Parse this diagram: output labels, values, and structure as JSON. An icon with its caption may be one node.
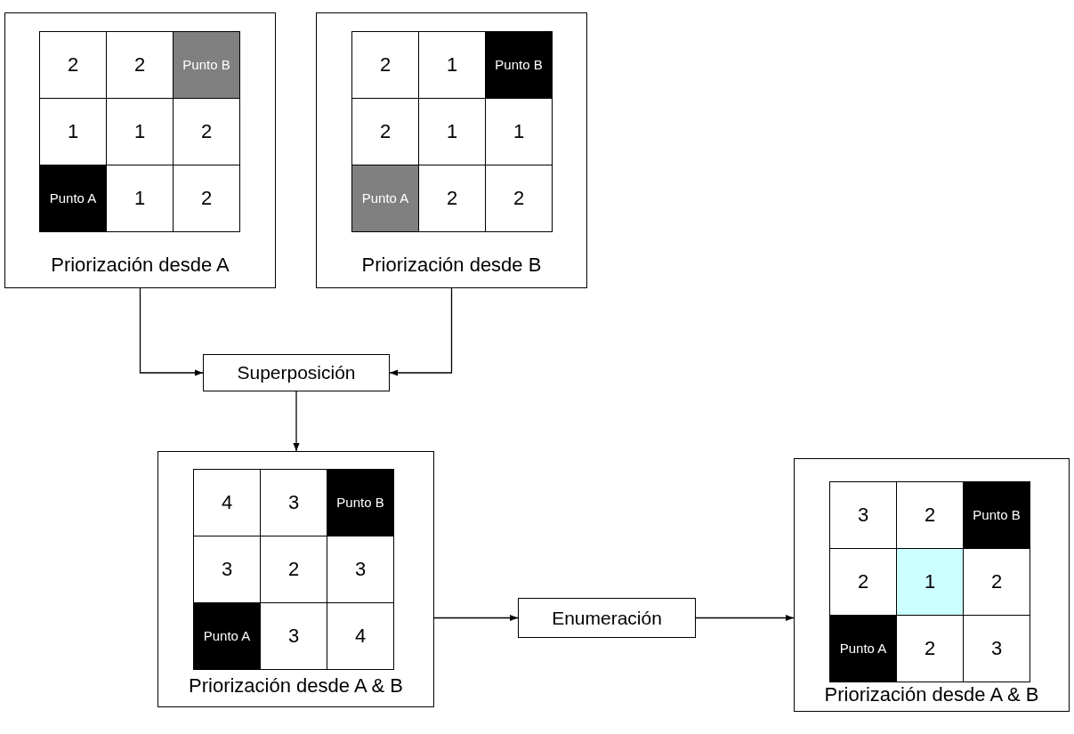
{
  "diagram": {
    "nodes": [
      {
        "text": [
          "Priorización desde A"
        ]
      },
      {
        "text": [
          "2"
        ],
        "in": 0
      },
      {
        "text": [
          "2"
        ],
        "in": 0
      },
      {
        "text": [
          "Punto B"
        ],
        "in": 0
      },
      {
        "text": [
          "1"
        ],
        "in": 0
      },
      {
        "text": [
          "1"
        ],
        "in": 0
      },
      {
        "text": [
          "2"
        ],
        "in": 0
      },
      {
        "text": [
          "Punto A"
        ],
        "in": 0
      },
      {
        "text": [
          "1"
        ],
        "in": 0
      },
      {
        "text": [
          "2"
        ],
        "in": 0
      },
      {
        "text": [
          "Priorización desde B"
        ]
      },
      {
        "text": [
          "2"
        ],
        "in": 10
      },
      {
        "text": [
          "1"
        ],
        "in": 10
      },
      {
        "text": [
          "Punto B"
        ],
        "in": 10
      },
      {
        "text": [
          "2"
        ],
        "in": 10
      },
      {
        "text": [
          "1"
        ],
        "in": 10
      },
      {
        "text": [
          "1"
        ],
        "in": 10
      },
      {
        "text": [
          "Punto A"
        ],
        "in": 10
      },
      {
        "text": [
          "2"
        ],
        "in": 10
      },
      {
        "text": [
          "2"
        ],
        "in": 10
      },
      {
        "text": [
          "Superposición"
        ]
      },
      {
        "text": [
          "Priorización desde A & B"
        ]
      },
      {
        "text": [
          "4"
        ],
        "in": 21
      },
      {
        "text": [
          "3"
        ],
        "in": 21
      },
      {
        "text": [
          "Punto B"
        ],
        "in": 21
      },
      {
        "text": [
          "3"
        ],
        "in": 21
      },
      {
        "text": [
          "2"
        ],
        "in": 21
      },
      {
        "text": [
          "3"
        ],
        "in": 21
      },
      {
        "text": [
          "Punto A"
        ],
        "in": 21
      },
      {
        "text": [
          "3"
        ],
        "in": 21
      },
      {
        "text": [
          "4"
        ],
        "in": 21
      },
      {
        "text": [
          "Enumeración"
        ]
      },
      {
        "text": [
          "Priorización desde A & B"
        ]
      },
      {
        "text": [
          "3"
        ],
        "in": 32
      },
      {
        "text": [
          "2"
        ],
        "in": 32
      },
      {
        "text": [
          "Punto B"
        ],
        "in": 32
      },
      {
        "text": [
          "2"
        ],
        "in": 32
      },
      {
        "text": [
          "1"
        ],
        "in": 32
      },
      {
        "text": [
          "2"
        ],
        "in": 32
      },
      {
        "text": [
          "Punto A"
        ],
        "in": 32
      },
      {
        "text": [
          "2"
        ],
        "in": 32
      },
      {
        "text": [
          "3"
        ],
        "in": 32
      }
    ],
    "edges": [
      {
        "from": 0,
        "to": 20,
        "arrow": "to"
      },
      {
        "from": 10,
        "to": 20,
        "arrow": "to"
      },
      {
        "from": 20,
        "to": 21,
        "arrow": "to"
      },
      {
        "from": 21,
        "to": 31,
        "arrow": "to"
      },
      {
        "from": 31,
        "to": 32,
        "arrow": "to"
      }
    ]
  }
}
